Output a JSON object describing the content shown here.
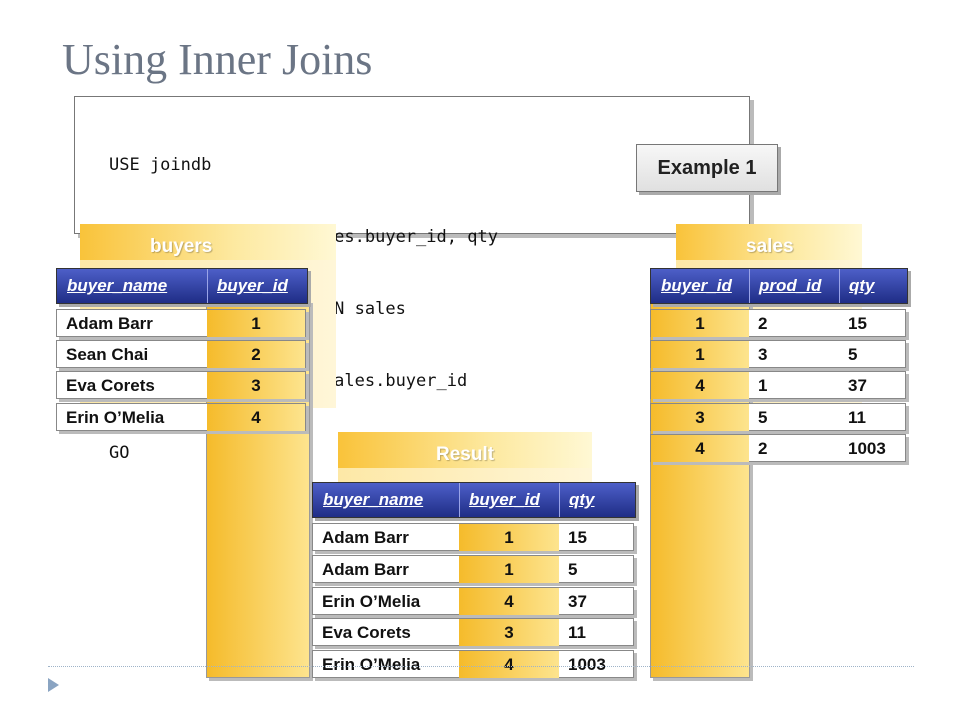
{
  "title": "Using Inner Joins",
  "code_lines": [
    "USE joindb",
    "SELECT buyer_name, sales.buyer_id, qty",
    "FROM buyers  INNER JOIN sales",
    "ON buyers.buyer_id = sales.buyer_id",
    "GO"
  ],
  "example_label": "Example 1",
  "buyers": {
    "label": "buyers",
    "headers": [
      "buyer_name",
      "buyer_id"
    ],
    "rows": [
      [
        "Adam Barr",
        "1"
      ],
      [
        "Sean Chai",
        "2"
      ],
      [
        "Eva Corets",
        "3"
      ],
      [
        "Erin O’Melia",
        "4"
      ]
    ]
  },
  "sales": {
    "label": "sales",
    "headers": [
      "buyer_id",
      "prod_id",
      "qty"
    ],
    "rows": [
      [
        "1",
        "2",
        "15"
      ],
      [
        "1",
        "3",
        "5"
      ],
      [
        "4",
        "1",
        "37"
      ],
      [
        "3",
        "5",
        "11"
      ],
      [
        "4",
        "2",
        "1003"
      ]
    ]
  },
  "result": {
    "label": "Result",
    "headers": [
      "buyer_name",
      "buyer_id",
      "qty"
    ],
    "rows": [
      [
        "Adam Barr",
        "1",
        "15"
      ],
      [
        "Adam Barr",
        "1",
        "5"
      ],
      [
        "Erin O’Melia",
        "4",
        "37"
      ],
      [
        "Eva Corets",
        "3",
        "11"
      ],
      [
        "Erin O’Melia",
        "4",
        "1003"
      ]
    ]
  },
  "colors": {
    "header_blue": "#1f2d86",
    "gold": "#f5bb2b",
    "title_gray": "#6b7585"
  }
}
